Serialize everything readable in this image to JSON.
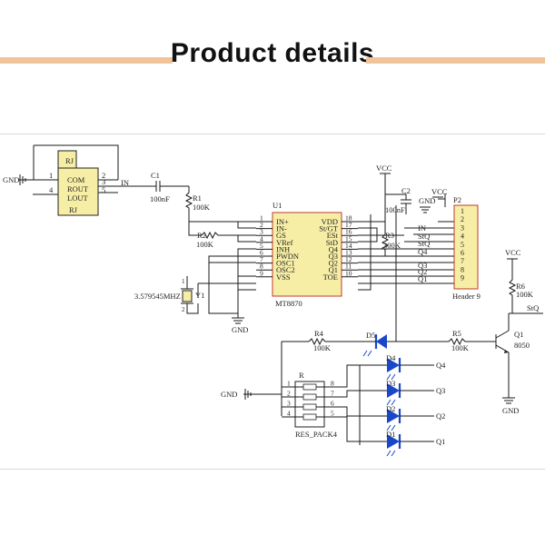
{
  "header": {
    "title": "Product details"
  },
  "schematic": {
    "rj": {
      "top_label": "RJ",
      "bottom_label": "RJ",
      "pins": [
        "COM",
        "ROUT",
        "LOUT"
      ],
      "pin_numbers": [
        "1",
        "2",
        "3",
        "4",
        "5"
      ]
    },
    "gnd": "GND",
    "in": "IN",
    "c1": {
      "ref": "C1",
      "value": "100nF"
    },
    "r1": {
      "ref": "R1",
      "value": "100K"
    },
    "r2": {
      "ref": "R2",
      "value": "100K"
    },
    "y1": {
      "ref": "Y1",
      "value": "3.579545MHZ",
      "pins": [
        "1",
        "2"
      ]
    },
    "u1": {
      "ref": "U1",
      "name": "MT8870",
      "left_pins": [
        "IN+",
        "IN-",
        "GS",
        "VRef",
        "INH",
        "PWDN",
        "OSC1",
        "OSC2",
        "VSS"
      ],
      "left_nums": [
        "1",
        "2",
        "3",
        "4",
        "5",
        "6",
        "7",
        "8",
        "9"
      ],
      "right_pins": [
        "VDD",
        "St/GT",
        "ESt",
        "StD",
        "Q4",
        "Q3",
        "Q2",
        "Q1",
        "TOE"
      ],
      "right_nums": [
        "18",
        "17",
        "16",
        "15",
        "14",
        "13",
        "12",
        "11",
        "10"
      ]
    },
    "vcc": "VCC",
    "c2": {
      "ref": "C2",
      "value": "100nF"
    },
    "r3": {
      "ref": "R3",
      "value": "300K"
    },
    "p2": {
      "ref": "P2",
      "name": "Header 9",
      "nums": [
        "1",
        "2",
        "3",
        "4",
        "5",
        "6",
        "7",
        "8",
        "9"
      ]
    },
    "net_labels": [
      "IN",
      "StQ",
      "StQ",
      "Q4",
      "Q3",
      "Q2",
      "Q1"
    ],
    "r4": {
      "ref": "R4",
      "value": "100K"
    },
    "r5": {
      "ref": "R5",
      "value": "100K"
    },
    "r6": {
      "ref": "R6",
      "value": "100K"
    },
    "d5": "D5",
    "q1": {
      "ref": "Q1",
      "value": "8050"
    },
    "stq_out": "StQ",
    "respack": {
      "ref": "R",
      "name": "RES_PACK4",
      "left_nums": [
        "1",
        "2",
        "3",
        "4"
      ],
      "right_nums": [
        "8",
        "7",
        "6",
        "5"
      ]
    },
    "leds": [
      {
        "ref": "D4",
        "net": "Q4"
      },
      {
        "ref": "D3",
        "net": "Q3"
      },
      {
        "ref": "D2",
        "net": "Q2"
      },
      {
        "ref": "D1",
        "net": "Q1"
      }
    ]
  }
}
